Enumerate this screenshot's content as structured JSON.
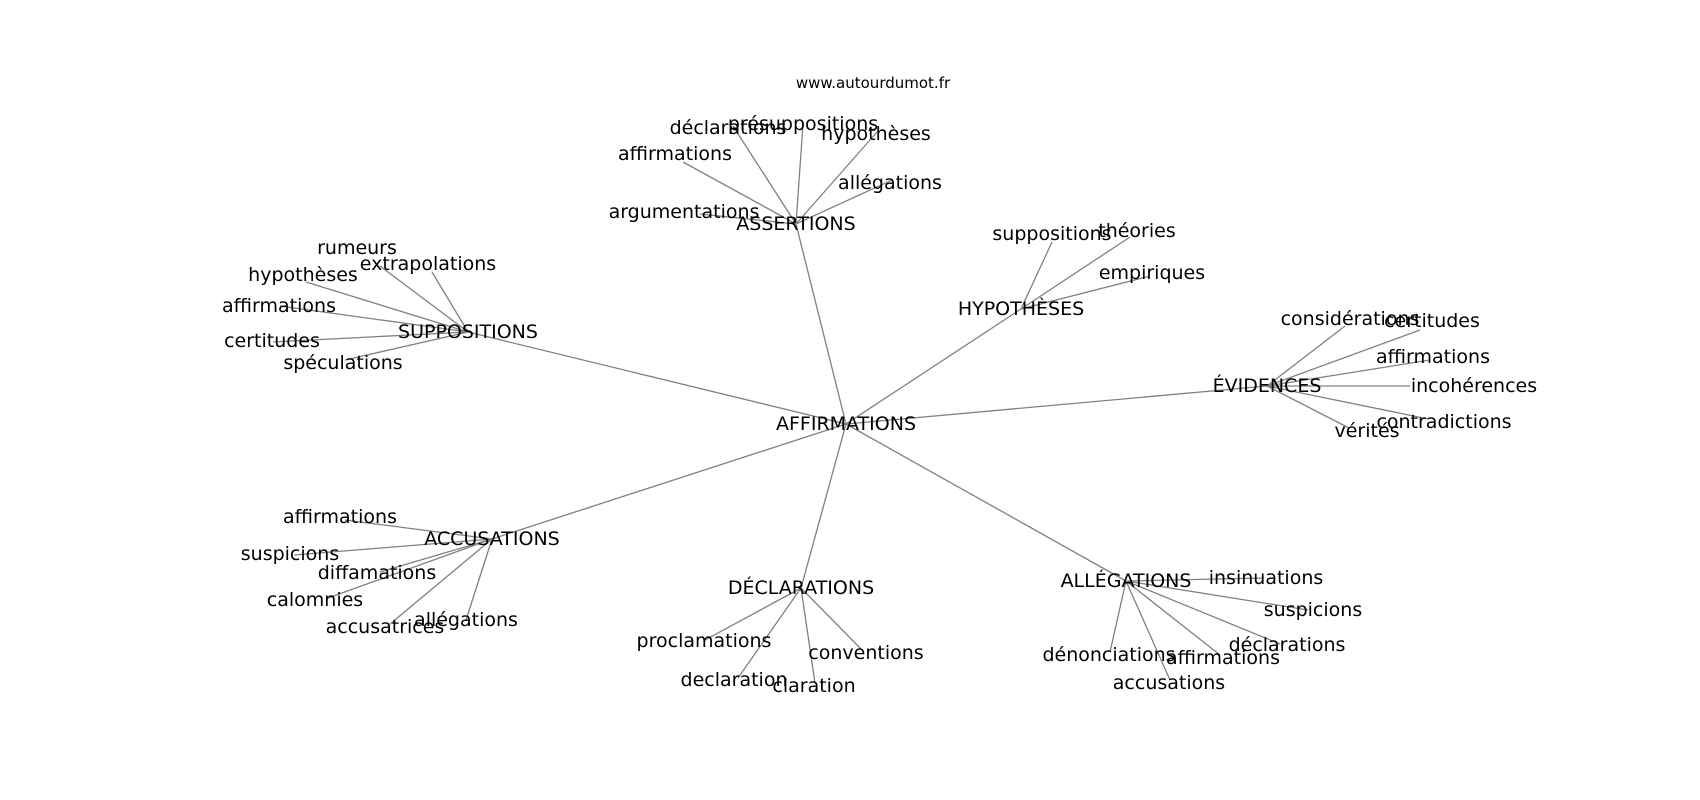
{
  "source": "www.autourdumot.fr",
  "colors": {
    "edge": "#808080",
    "text": "#000000",
    "background": "#ffffff"
  },
  "graph": {
    "center": "AFFIRMATIONS",
    "clusters": [
      {
        "label": "ASSERTIONS",
        "children": [
          "déclarations",
          "présuppositions",
          "hypothèses",
          "affirmations",
          "allégations",
          "argumentations"
        ]
      },
      {
        "label": "SUPPOSITIONS",
        "children": [
          "rumeurs",
          "extrapolations",
          "hypothèses",
          "affirmations",
          "certitudes",
          "spéculations"
        ]
      },
      {
        "label": "HYPOTHÈSES",
        "children": [
          "suppositions",
          "théories",
          "empiriques"
        ]
      },
      {
        "label": "ÉVIDENCES",
        "children": [
          "considérations",
          "certitudes",
          "affirmations",
          "incohérences",
          "contradictions",
          "vérités"
        ]
      },
      {
        "label": "ACCUSATIONS",
        "children": [
          "affirmations",
          "suspicions",
          "diffamations",
          "calomnies",
          "accusatrices",
          "allégations"
        ]
      },
      {
        "label": "DÉCLARATIONS",
        "children": [
          "proclamations",
          "conventions",
          "declaration",
          "claration"
        ]
      },
      {
        "label": "ALLÉGATIONS",
        "children": [
          "insinuations",
          "suspicions",
          "déclarations",
          "dénonciations",
          "affirmations",
          "accusations"
        ]
      }
    ]
  }
}
